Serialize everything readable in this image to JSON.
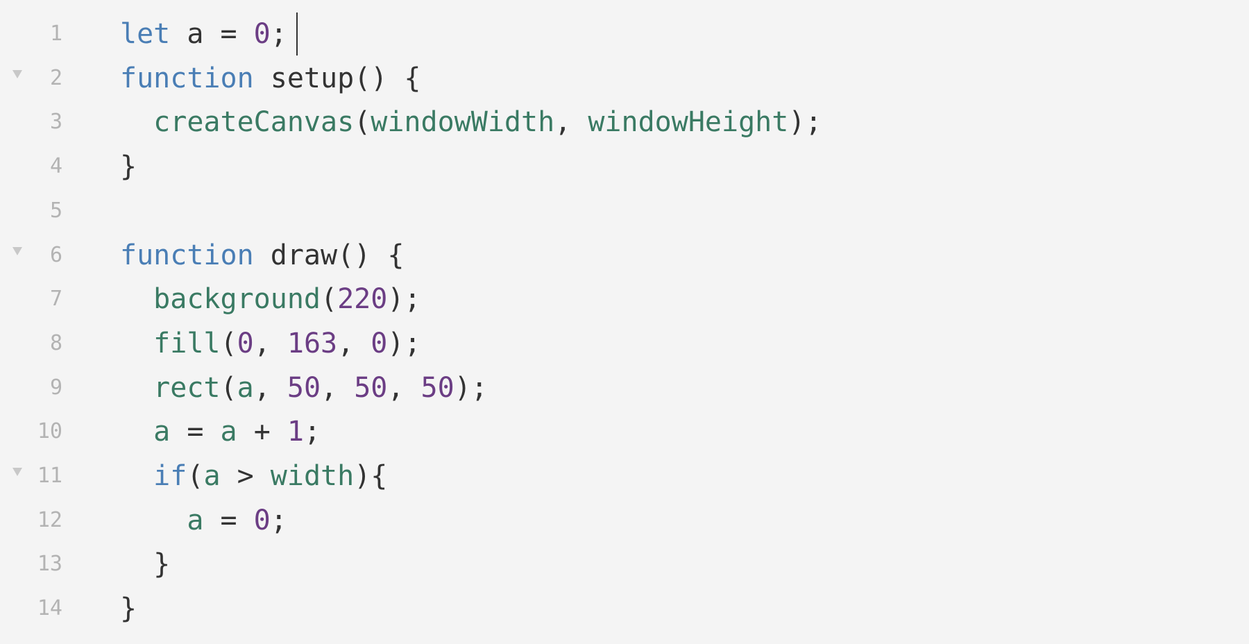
{
  "colors": {
    "background": "#f4f4f4",
    "line_number": "#b3b3b3",
    "keyword": "#4a7eb5",
    "number": "#6b3d84",
    "identifier": "#3a7a63",
    "text": "#333333",
    "fold_arrow": "#c8c8c8"
  },
  "editor": {
    "lines": [
      {
        "number": "1",
        "foldable": false,
        "tokens": [
          {
            "t": "let",
            "k": "kw"
          },
          {
            "t": " a = ",
            "k": "tx"
          },
          {
            "t": "0",
            "k": "nb"
          },
          {
            "t": ";",
            "k": "tx"
          }
        ]
      },
      {
        "number": "2",
        "foldable": true,
        "tokens": [
          {
            "t": "function",
            "k": "kw"
          },
          {
            "t": " setup() {",
            "k": "tx"
          }
        ]
      },
      {
        "number": "3",
        "foldable": false,
        "tokens": [
          {
            "t": "  ",
            "k": "tx"
          },
          {
            "t": "createCanvas",
            "k": "fn"
          },
          {
            "t": "(",
            "k": "tx"
          },
          {
            "t": "windowWidth",
            "k": "fn"
          },
          {
            "t": ", ",
            "k": "tx"
          },
          {
            "t": "windowHeight",
            "k": "fn"
          },
          {
            "t": ");",
            "k": "tx"
          }
        ]
      },
      {
        "number": "4",
        "foldable": false,
        "tokens": [
          {
            "t": "}",
            "k": "tx"
          }
        ]
      },
      {
        "number": "5",
        "foldable": false,
        "tokens": []
      },
      {
        "number": "6",
        "foldable": true,
        "tokens": [
          {
            "t": "function",
            "k": "kw"
          },
          {
            "t": " draw() {",
            "k": "tx"
          }
        ]
      },
      {
        "number": "7",
        "foldable": false,
        "tokens": [
          {
            "t": "  ",
            "k": "tx"
          },
          {
            "t": "background",
            "k": "fn"
          },
          {
            "t": "(",
            "k": "tx"
          },
          {
            "t": "220",
            "k": "nb"
          },
          {
            "t": ");",
            "k": "tx"
          }
        ]
      },
      {
        "number": "8",
        "foldable": false,
        "tokens": [
          {
            "t": "  ",
            "k": "tx"
          },
          {
            "t": "fill",
            "k": "fn"
          },
          {
            "t": "(",
            "k": "tx"
          },
          {
            "t": "0",
            "k": "nb"
          },
          {
            "t": ", ",
            "k": "tx"
          },
          {
            "t": "163",
            "k": "nb"
          },
          {
            "t": ", ",
            "k": "tx"
          },
          {
            "t": "0",
            "k": "nb"
          },
          {
            "t": ");",
            "k": "tx"
          }
        ]
      },
      {
        "number": "9",
        "foldable": false,
        "tokens": [
          {
            "t": "  ",
            "k": "tx"
          },
          {
            "t": "rect",
            "k": "fn"
          },
          {
            "t": "(",
            "k": "tx"
          },
          {
            "t": "a",
            "k": "fn"
          },
          {
            "t": ", ",
            "k": "tx"
          },
          {
            "t": "50",
            "k": "nb"
          },
          {
            "t": ", ",
            "k": "tx"
          },
          {
            "t": "50",
            "k": "nb"
          },
          {
            "t": ", ",
            "k": "tx"
          },
          {
            "t": "50",
            "k": "nb"
          },
          {
            "t": ");",
            "k": "tx"
          }
        ]
      },
      {
        "number": "10",
        "foldable": false,
        "tokens": [
          {
            "t": "  ",
            "k": "tx"
          },
          {
            "t": "a",
            "k": "fn"
          },
          {
            "t": " = ",
            "k": "tx"
          },
          {
            "t": "a",
            "k": "fn"
          },
          {
            "t": " + ",
            "k": "tx"
          },
          {
            "t": "1",
            "k": "nb"
          },
          {
            "t": ";",
            "k": "tx"
          }
        ]
      },
      {
        "number": "11",
        "foldable": true,
        "tokens": [
          {
            "t": "  ",
            "k": "tx"
          },
          {
            "t": "if",
            "k": "kw"
          },
          {
            "t": "(",
            "k": "tx"
          },
          {
            "t": "a",
            "k": "fn"
          },
          {
            "t": " > ",
            "k": "tx"
          },
          {
            "t": "width",
            "k": "fn"
          },
          {
            "t": "){",
            "k": "tx"
          }
        ]
      },
      {
        "number": "12",
        "foldable": false,
        "tokens": [
          {
            "t": "    ",
            "k": "tx"
          },
          {
            "t": "a",
            "k": "fn"
          },
          {
            "t": " = ",
            "k": "tx"
          },
          {
            "t": "0",
            "k": "nb"
          },
          {
            "t": ";",
            "k": "tx"
          }
        ]
      },
      {
        "number": "13",
        "foldable": false,
        "tokens": [
          {
            "t": "  }",
            "k": "tx"
          }
        ]
      },
      {
        "number": "14",
        "foldable": false,
        "tokens": [
          {
            "t": "}",
            "k": "tx"
          }
        ]
      }
    ]
  }
}
